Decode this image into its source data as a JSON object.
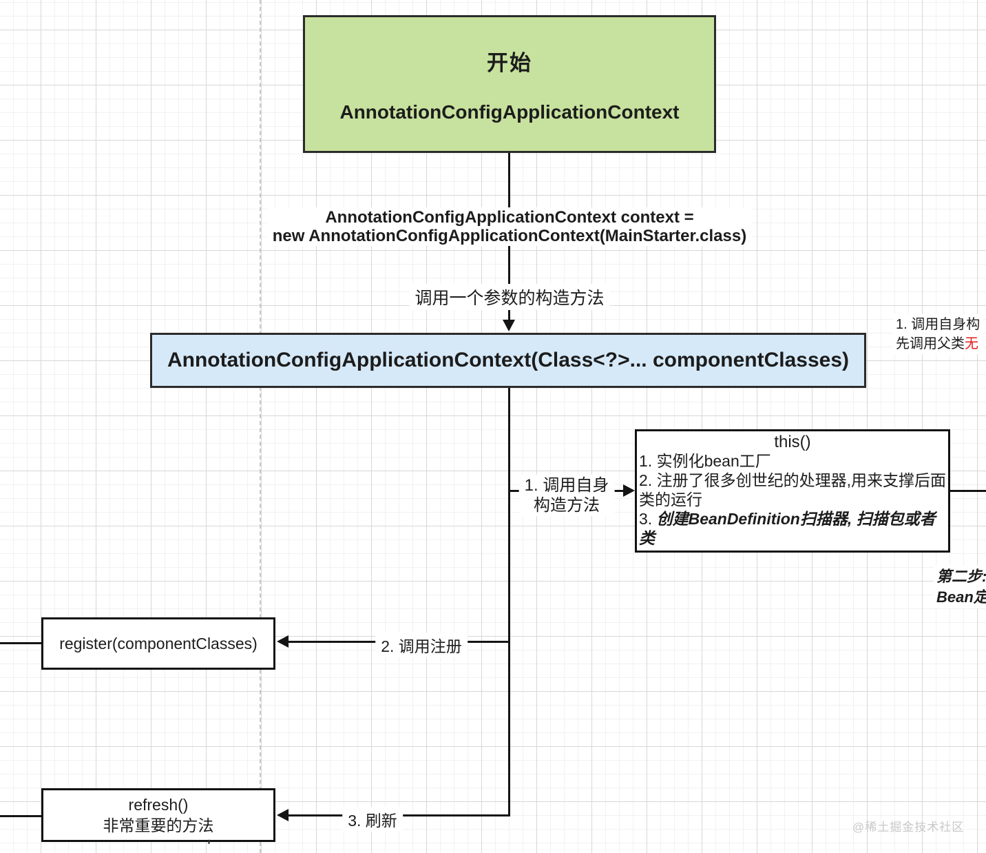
{
  "colors": {
    "start_fill": "#c7e19e",
    "ctor_fill": "#d6e9f8",
    "line": "#141414",
    "red_accent": "#e21d1d",
    "watermark_gray": "#c8c8c8"
  },
  "nodes": {
    "start": {
      "title": "开始",
      "subtitle": "AnnotationConfigApplicationContext"
    },
    "constructor": {
      "label": "AnnotationConfigApplicationContext(Class<?>... componentClasses)"
    },
    "this_box": {
      "title": "this()",
      "line1": "1. 实例化bean工厂",
      "line2": "2. 注册了很多创世纪的处理器,用来支撑后面类的运行",
      "line3_prefix": "3. ",
      "line3_italic": "创建BeanDefinition扫描器, 扫描包或者类"
    },
    "register": {
      "label": "register(componentClasses)"
    },
    "refresh": {
      "line1": "refresh()",
      "line2": "非常重要的方法"
    }
  },
  "edges": {
    "code_line1": "AnnotationConfigApplicationContext context =",
    "code_line2": "new AnnotationConfigApplicationContext(MainStarter.class)",
    "one_param_ctor": "调用一个参数的构造方法",
    "call_self_line1": "1. 调用自身",
    "call_self_line2": "构造方法",
    "call_register": "2. 调用注册",
    "call_refresh": "3. 刷新"
  },
  "annotations": {
    "right_top_line1": "1. 调用自身构",
    "right_top_line2_prefix": "先调用父类",
    "right_top_line2_red": "无",
    "step2_line1": "第二步:",
    "step2_line2": "Bean定",
    "watermark": "@稀土掘金技术社区",
    "tick": "'"
  }
}
